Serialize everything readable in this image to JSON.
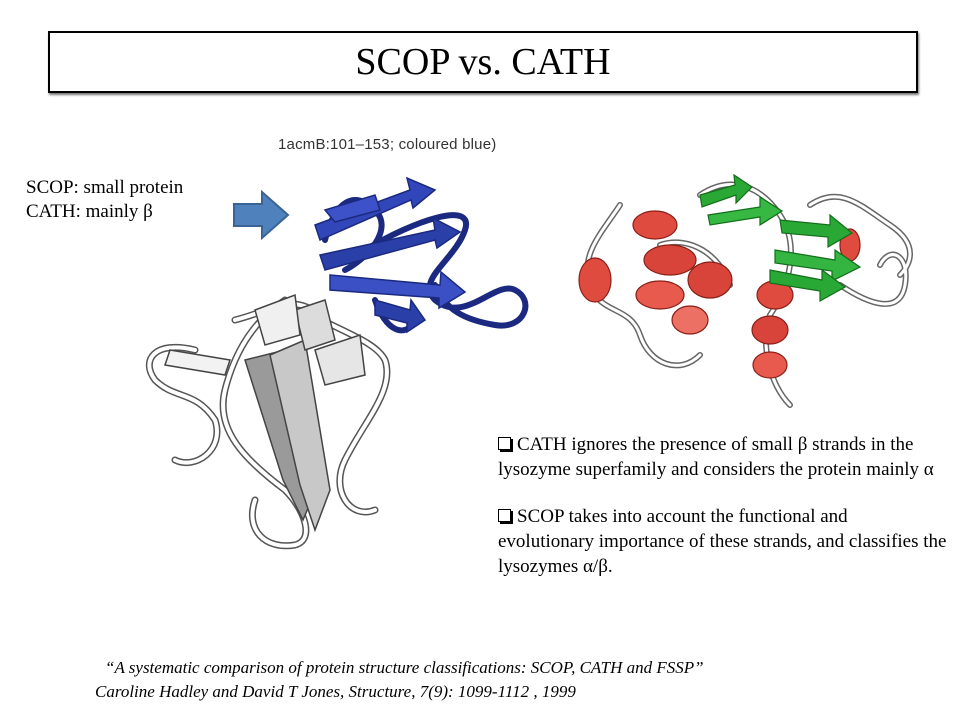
{
  "slide": {
    "title": "SCOP vs. CATH",
    "figure_caption": "1acmB:101–153; coloured blue)",
    "scop_line": "SCOP: small protein",
    "cath_line": "CATH: mainly β",
    "bullets": [
      "CATH ignores the presence of small β strands in the lysozyme superfamily and considers the protein mainly α",
      "SCOP takes into account the functional and evolutionary importance of these strands, and classifies the lysozymes α/β."
    ],
    "citation_line1": "“A systematic comparison of protein structure classifications: SCOP, CATH and FSSP”",
    "citation_line2": "Caroline Hadley and David T Jones,  Structure, 7(9): 1099-1112 , 1999"
  },
  "colors": {
    "arrow_fill": "#4f81bd",
    "strand_blue": "#2a3fa8",
    "helix_red": "#e04b3f",
    "strand_green": "#2aa836",
    "gray": "#b8b8b8"
  }
}
